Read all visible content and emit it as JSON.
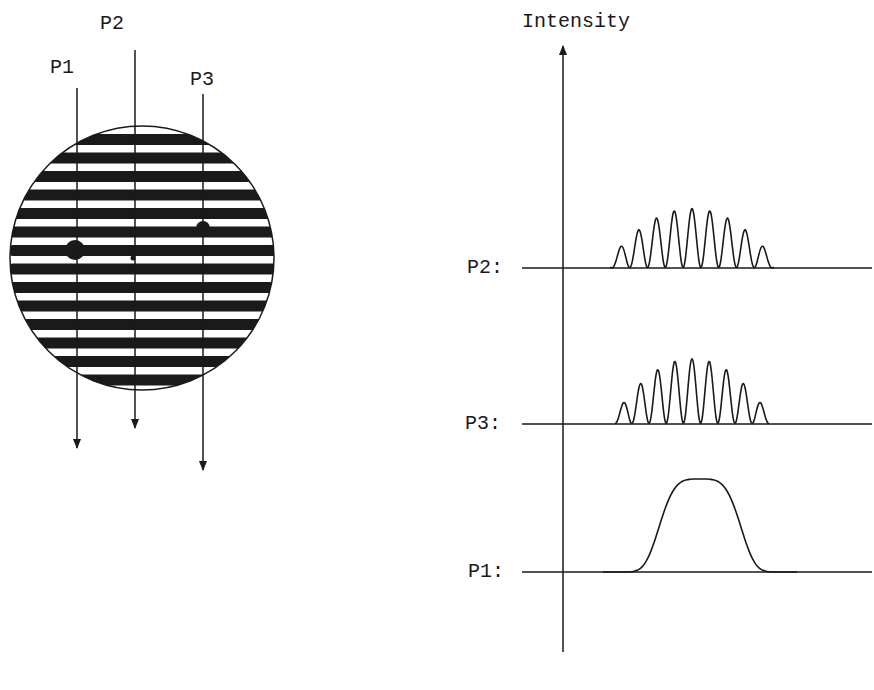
{
  "diagram": {
    "labels": [
      "P1",
      "P2",
      "P3",
      "Intensity",
      "P2:",
      "P3:",
      "P1:"
    ]
  }
}
